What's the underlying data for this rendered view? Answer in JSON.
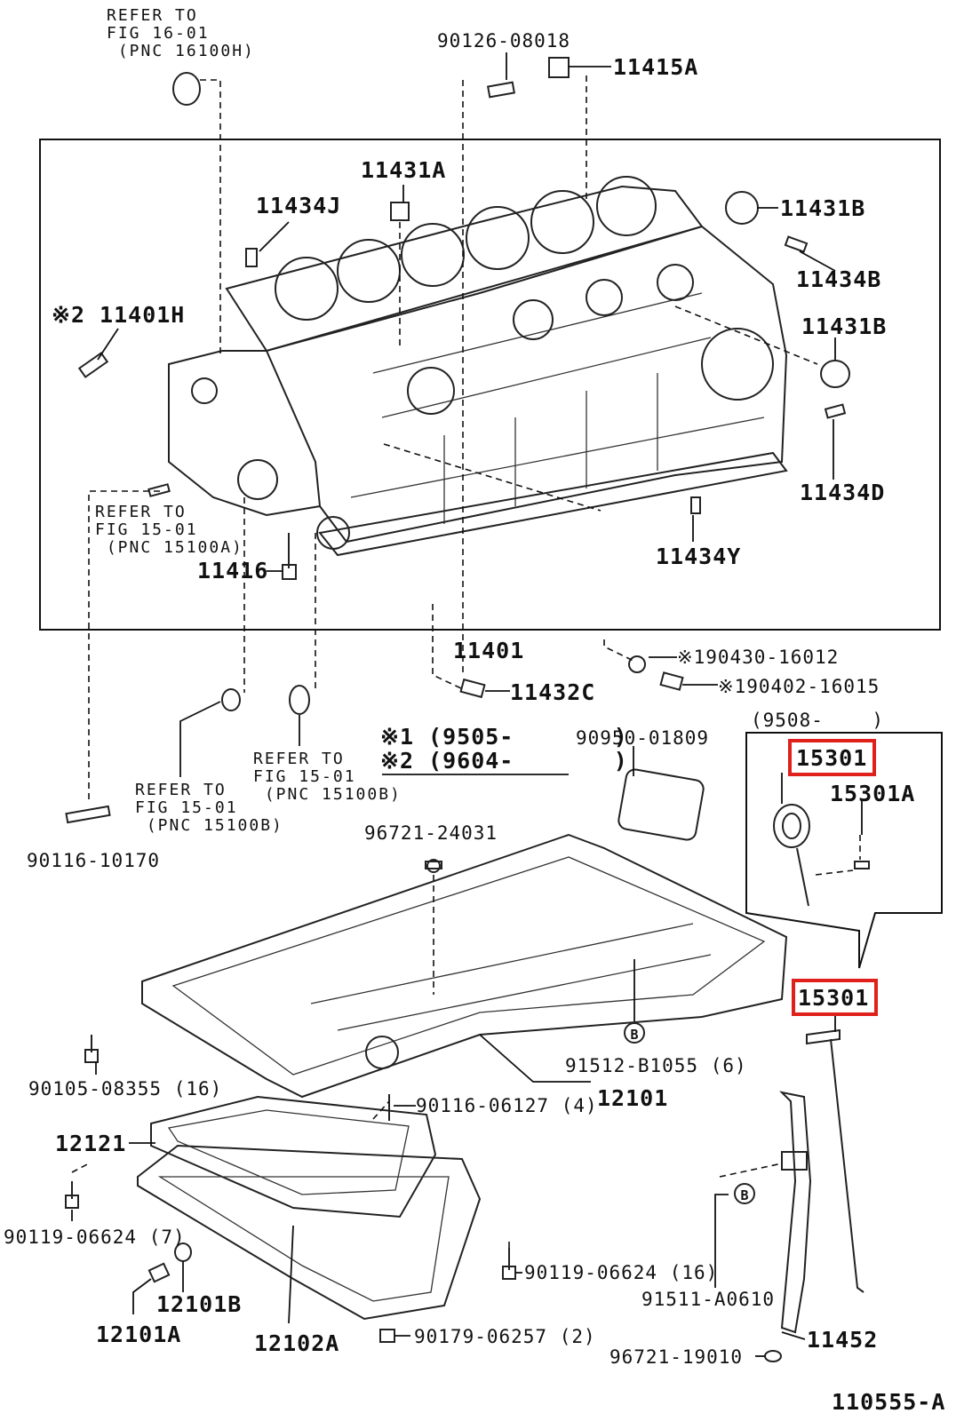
{
  "labels": {
    "ref_16_01": [
      "REFER TO",
      "FIG 16-01",
      " (PNC 16100H)"
    ],
    "p_90126": "90126-08018",
    "p_11415A": "11415A",
    "p_11431A": "11431A",
    "p_11434J": "11434J",
    "p_11431B_top": "11431B",
    "p_11434B": "11434B",
    "p_11401H": "※2 11401H",
    "p_11431B_right": "11431B",
    "p_11434D": "11434D",
    "ref_15_01_a": [
      "REFER TO",
      "FIG 15-01",
      " (PNC 15100A)"
    ],
    "p_11416": "11416",
    "p_11434Y": "11434Y",
    "p_11401": "11401",
    "p_190430": "※190430-16012",
    "p_11432C": "11432C",
    "p_190402": "※190402-16015",
    "p_9508": "(9508-    )",
    "note1": "※1 (9505-       )",
    "note2": "※2 (9604-       )",
    "p_90950": "90950-01809",
    "p_15301_inset": "15301",
    "p_15301A": "15301A",
    "ref_15_01_b_mid": [
      "REFER TO",
      "FIG 15-01",
      " (PNC 15100B)"
    ],
    "ref_15_01_b_left": [
      "REFER TO",
      "FIG 15-01",
      " (PNC 15100B)"
    ],
    "p_96721_24031": "96721-24031",
    "p_90116_10170": "90116-10170",
    "p_15301_main": "15301",
    "p_91512": "91512-B1055 (6)",
    "p_90105": "90105-08355 (16)",
    "p_90116_06127": "90116-06127 (4)",
    "p_12101": "12101",
    "p_12121": "12121",
    "p_90119_left": "90119-06624 (7)",
    "p_90119_right": "90119-06624 (16)",
    "p_91511": "91511-A0610",
    "p_12101B": "12101B",
    "p_12101A": "12101A",
    "p_12102A": "12102A",
    "p_90179": "90179-06257 (2)",
    "p_11452": "11452",
    "p_96721_19010": "96721-19010",
    "fig_id": "110555-A",
    "badge_b": "B"
  },
  "highlight_color": "#e0201b"
}
